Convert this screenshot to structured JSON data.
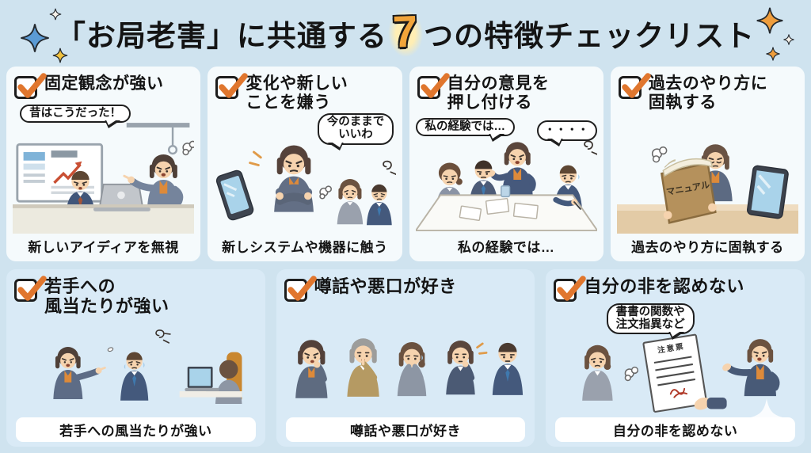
{
  "title": {
    "prefix": "「お局老害」に共通する",
    "number": "7",
    "suffix": "つの特徴チェックリスト"
  },
  "colors": {
    "page_background": "#cfe3ef",
    "card_top_background": "#f5fafc",
    "card_bottom_background": "#d9eaf6",
    "check_orange": "#e0762e",
    "star_blue": "#5b9bd5",
    "star_orange": "#ef9d3c",
    "star_yellow": "#f2c23e"
  },
  "icons": {
    "checkbox": "checked-checkbox",
    "sparkle": "four-point-star"
  },
  "cards": [
    {
      "heading": [
        "固定観念が強い"
      ],
      "bubbles": [
        {
          "lines": [
            "昔はこうだった！"
          ]
        }
      ],
      "caption": "新しいアイディアを無視"
    },
    {
      "heading": [
        "変化や新しい",
        "ことを嫌う"
      ],
      "bubbles": [
        {
          "lines": [
            "今のままで",
            "いいわ"
          ]
        }
      ],
      "caption": "新しシステムや機器に触う"
    },
    {
      "heading": [
        "自分の意見を",
        "押し付ける"
      ],
      "bubbles": [
        {
          "lines": [
            "私の経験では…"
          ]
        },
        {
          "lines": [
            "・・・・"
          ]
        }
      ],
      "caption": "私の経験では…"
    },
    {
      "heading": [
        "過去のやり方に",
        "固執する"
      ],
      "book_label": "マニュアル",
      "caption": "過去のやり方に固執する"
    },
    {
      "heading": [
        "若手への",
        "風当たりが強い"
      ],
      "caption": "若手への風当たりが強い"
    },
    {
      "heading": [
        "噂話や悪口が好き"
      ],
      "caption": "噂話や悪口が好き"
    },
    {
      "heading": [
        "自分の非を認めない"
      ],
      "bubbles": [
        {
          "lines": [
            "書書の関数や",
            "注文指異など"
          ]
        }
      ],
      "doc_label": "注意票",
      "caption": "自分の非を認めない"
    }
  ]
}
